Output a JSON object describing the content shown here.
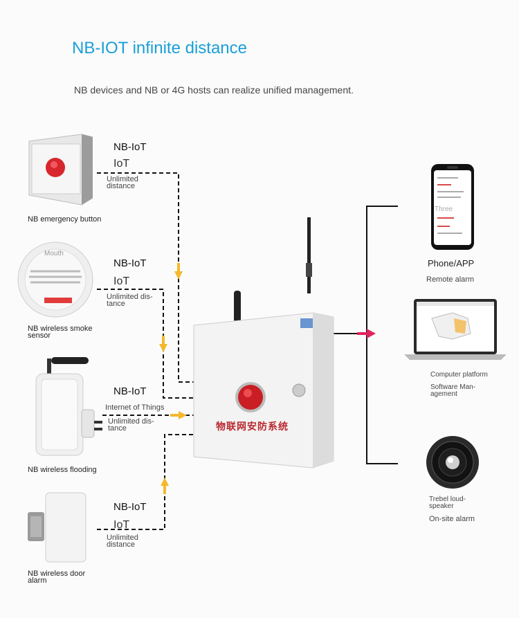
{
  "header": {
    "title": "NB-IOT infinite distance",
    "subtitle": "NB devices and NB or 4G hosts can realize unified management."
  },
  "left_devices": [
    {
      "protocol": "NB-IoT",
      "sub": "IoT",
      "distance": "Unlimited distance",
      "caption": "NB emergency button"
    },
    {
      "protocol": "NB-IoT",
      "sub": "",
      "distance": "Unlimited dis- tance",
      "caption": "NB wireless smoke sensor",
      "device_text": "Mouth"
    },
    {
      "protocol": "NB-IoT",
      "sub": "Internet of Things",
      "distance": "Unlimited dis- tance",
      "caption": "NB wireless flooding"
    },
    {
      "protocol": "NB-IoT",
      "sub": "IoT",
      "distance": "Unlimited distance",
      "caption": "NB wireless door alarm"
    }
  ],
  "host": {
    "label": "物联网安防系统"
  },
  "right_outputs": [
    {
      "title": "Phone/APP",
      "sub": "Remote alarm",
      "screen_text": "Three"
    },
    {
      "title": "Computer platform",
      "sub": "Software Man- agement"
    },
    {
      "title": "Trebel loud- speaker",
      "sub": "On-site alarm"
    }
  ],
  "colors": {
    "accent": "#1a9fd8",
    "arrow": "#f5b82e",
    "link": "#e0245e",
    "line": "#111111"
  }
}
